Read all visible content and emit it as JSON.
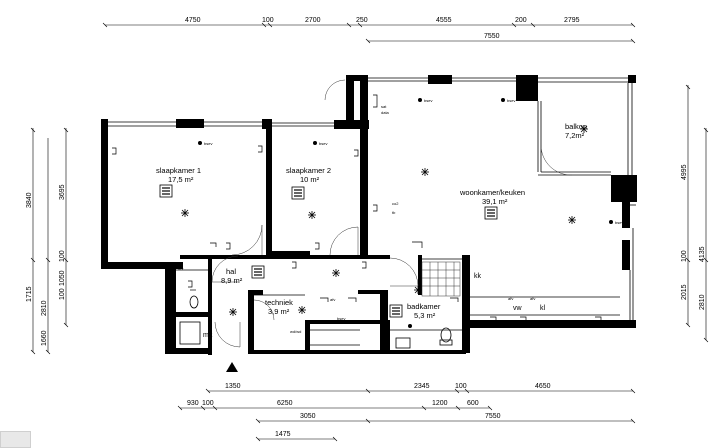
{
  "rooms": {
    "slaapkamer1": {
      "name": "slaapkamer 1",
      "area": "17,5 m²"
    },
    "slaapkamer2": {
      "name": "slaapkamer 2",
      "area": "10 m²"
    },
    "woonkamer": {
      "name": "woonkamer/keuken",
      "area": "39,1 m²"
    },
    "balkon": {
      "name": "balkon",
      "area": "7,2m²"
    },
    "hal": {
      "name": "hal",
      "area": "8,9 m²"
    },
    "techniek": {
      "name": "techniek",
      "area": "3,9 m²"
    },
    "badkamer": {
      "name": "badkamer",
      "area": "5,3 m²"
    }
  },
  "labels": {
    "kk": "kk",
    "mk": "mk",
    "vw": "vw",
    "kl": "kl",
    "wd": "wd/wd",
    "afv": "afv",
    "bsev": "bsev",
    "sat": "sat",
    "data": "data",
    "co2": "co2",
    "tb": "tb"
  },
  "dims_top": {
    "row1": [
      "4750",
      "100",
      "2700",
      "250",
      "4555",
      "200",
      "2795"
    ],
    "row2": [
      "7550"
    ]
  },
  "dims_bottom": {
    "row1": [
      "1350",
      "2345",
      "100",
      "4650"
    ],
    "row2": [
      "930",
      "100",
      "6250",
      "1200",
      "600"
    ],
    "row3": [
      "3050",
      "7550"
    ],
    "row4": [
      "1475"
    ]
  },
  "dims_left": {
    "outer": [
      "3840",
      "1715",
      "2810",
      "1660"
    ],
    "inner": [
      "3695",
      "100",
      "1050",
      "100"
    ]
  },
  "dims_right": {
    "inner": [
      "4995",
      "100",
      "2015"
    ],
    "outer": [
      "4135",
      "2810"
    ]
  }
}
